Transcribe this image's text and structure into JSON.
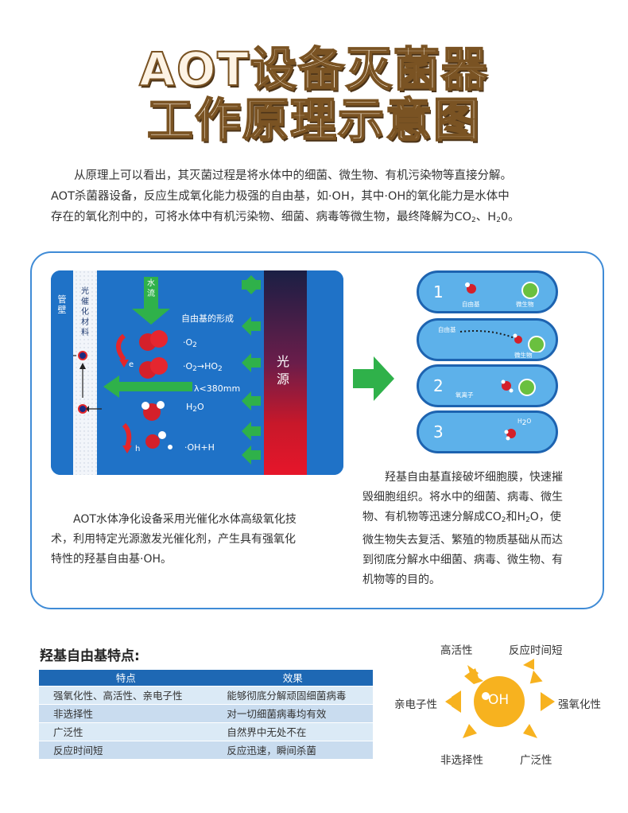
{
  "title": {
    "line1": "AOT设备灭菌器",
    "line2": "工作原理示意图"
  },
  "intro": {
    "line1": "从原理上可以看出，其灭菌过程是将水体中的细菌、微生物、有机污染物等直接分解。",
    "line2": "AOT杀菌器设备，反应生成氧化能力极强的自由基，如·OH，其中·OH的氧化能力是水体中",
    "line3a": "存在的氧化剂中的，可将水体中有机污染物、细菌、病毒等微生物，最终降解为CO",
    "line3b": "2",
    "line3c": "、H",
    "line3d": "2",
    "line3e": "0。"
  },
  "diagram": {
    "pipe_wall": "管壁",
    "photocatalyst": "光催化材料",
    "water_flow": "水流",
    "radical_formation": "自由基的形成",
    "o2_minus": "·O",
    "o2_minus_sub": "2",
    "o2_to_ho2_a": "·O",
    "o2_to_ho2_sub1": "2",
    "o2_to_ho2_b": "→HO",
    "o2_to_ho2_sub2": "2",
    "wavelength": "λ<380mm",
    "h2o_a": "H",
    "h2o_sub": "2",
    "h2o_b": "O",
    "electron": "e",
    "hole": "h",
    "oh_h": "·OH+H",
    "light_source": "光源"
  },
  "steps": [
    {
      "num": "1",
      "label_a": "自由基",
      "label_b": "微生物"
    },
    {
      "num": "",
      "label_a": "自由基",
      "label_b": "微生物"
    },
    {
      "num": "2",
      "label_a": "氧离子",
      "label_b": ""
    },
    {
      "num": "3",
      "label_a": "H",
      "label_sub": "2",
      "label_c": "O"
    }
  ],
  "left_text": {
    "line1": "AOT水体净化设备采用光催化水体高级氧化技",
    "line2": "术，利用特定光源激发光催化剂，产生具有强氧化",
    "line3": "特性的羟基自由基·OH。"
  },
  "right_text": {
    "line1": "羟基自由基直接破坏细胞膜，快速摧",
    "line2": "毁细胞组织。将水中的细菌、病毒、微生",
    "line3a": "物、有机物等迅速分解成CO",
    "line3b": "2",
    "line3c": "和H",
    "line3d": "2",
    "line3e": "O，使",
    "line4": "微生物失去复活、繁殖的物质基础从而达",
    "line5": "到彻底分解水中细菌、病毒、微生物、有",
    "line6": "机物等的目的。"
  },
  "features": {
    "title": "羟基自由基特点:",
    "headers": [
      "特点",
      "效果"
    ],
    "rows": [
      [
        "强氧化性、高活性、亲电子性",
        "能够彻底分解顽固细菌病毒"
      ],
      [
        "非选择性",
        "对一切细菌病毒均有效"
      ],
      [
        "广泛性",
        "自然界中无处不在"
      ],
      [
        "反应时间短",
        "反应迅速，瞬间杀菌"
      ]
    ]
  },
  "sun": {
    "center": "OH",
    "top_left": "高活性",
    "top_right": "反应时间短",
    "left": "亲电子性",
    "right": "强氧化性",
    "bottom_left": "非选择性",
    "bottom_right": "广泛性"
  },
  "colors": {
    "frame_blue": "#3f8bd6",
    "panel_blue": "#1f72c7",
    "arrow_green": "#2fb14a",
    "sun_orange": "#f7b21f",
    "table_header": "#1e68b4"
  }
}
